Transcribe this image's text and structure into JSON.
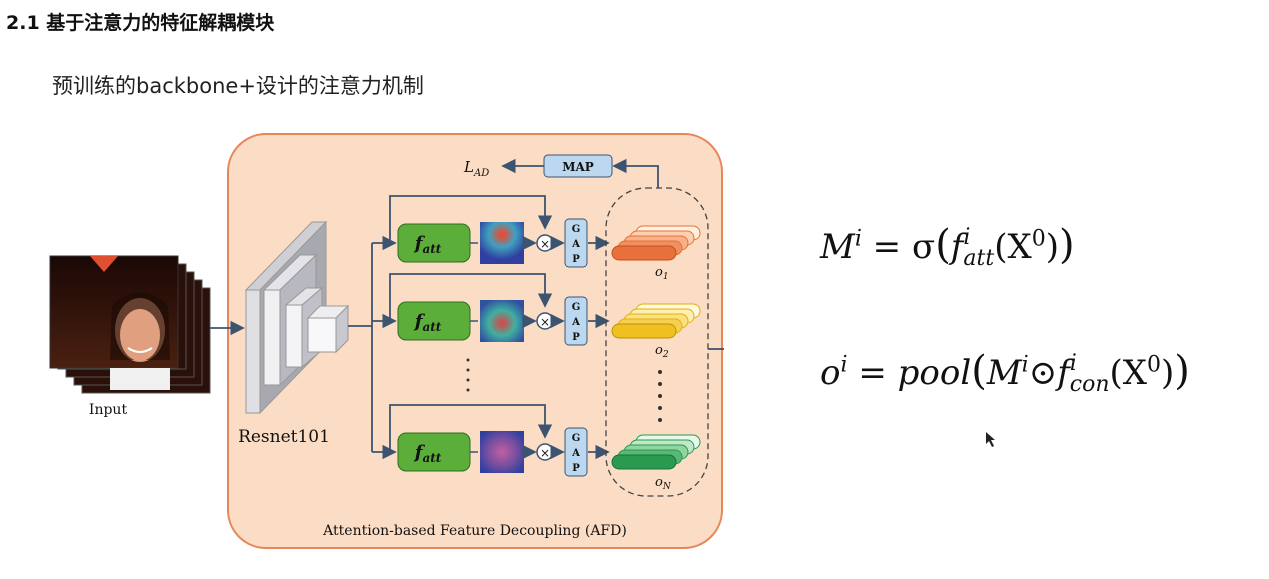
{
  "slide": {
    "heading": "2.1 基于注意力的特征解耦模块",
    "subheading": "预训练的backbone+设计的注意力机制"
  },
  "diagram": {
    "input_label": "Input",
    "backbone_label": "Resnet101",
    "module_caption": "Attention-based Feature Decoupling (AFD)",
    "map_label": "MAP",
    "loss_label": "L",
    "loss_sub": "AD",
    "f_att_label": "f",
    "f_att_sub": "att",
    "multiply_symbol": "×",
    "gap_letters": [
      "G",
      "A",
      "P"
    ],
    "outputs": [
      {
        "label": "o",
        "sub": "1"
      },
      {
        "label": "o",
        "sub": "2"
      },
      {
        "label": "o",
        "sub": "N"
      }
    ],
    "colors": {
      "module_bg": "#fbdcc4",
      "module_border": "#e6875a",
      "f_att_fill": "#5cae3a",
      "gap_fill": "#bcd8f0",
      "map_fill": "#bcd8f0",
      "arrow": "#3c5470",
      "branch1": "#e8703a",
      "branch2": "#f0c020",
      "branchN": "#2a9a50"
    }
  },
  "formulas": {
    "f1": {
      "lhs": "M",
      "lhs_sup": "i",
      "eq": " = σ",
      "f": "f",
      "f_sup": "i",
      "f_sub": "att",
      "arg": "(X",
      "arg_sup": "0",
      "close": ")"
    },
    "f2": {
      "lhs": "o",
      "lhs_sup": "i",
      "eq": " = pool",
      "m": "M",
      "m_sup": "i",
      "odot": "⊙",
      "f": "f",
      "f_sup": "i",
      "f_sub": "con",
      "arg": "(X",
      "arg_sup": "0",
      "close": ")"
    }
  }
}
